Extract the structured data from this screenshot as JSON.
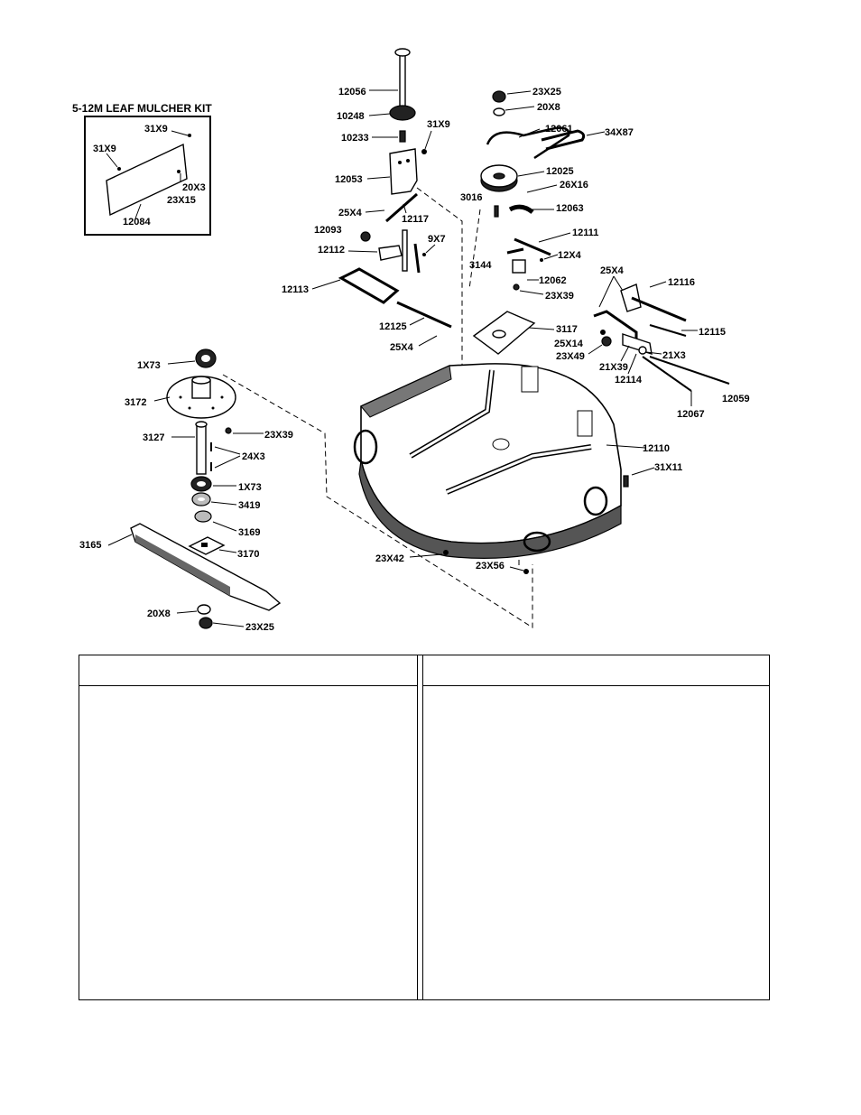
{
  "kit": {
    "title": "5-12M LEAF MULCHER KIT"
  },
  "labels": {
    "p12056": "12056",
    "p10248": "10248",
    "p10233": "10233",
    "p12053": "12053",
    "p31x9_a": "31X9",
    "p31x9_b": "31X9",
    "p31x9_c": "31X9",
    "p25x4_a": "25X4",
    "p12117": "12117",
    "p12093": "12093",
    "p12112": "12112",
    "p9x7": "9X7",
    "p12113": "12113",
    "p12125": "12125",
    "p25x4_b": "25X4",
    "p23x25_a": "23X25",
    "p20x8_a": "20X8",
    "p12061": "12061",
    "p34x87": "34X87",
    "p12025": "12025",
    "p26x16": "26X16",
    "p3016": "3016",
    "p12063": "12063",
    "p12111": "12111",
    "p3144": "3144",
    "p12x4": "12X4",
    "p12062": "12062",
    "p23x39_a": "23X39",
    "p25x4_c": "25X4",
    "p12116": "12116",
    "p3117": "3117",
    "p12115": "12115",
    "p25x14": "25X14",
    "p23x49": "23X49",
    "p21x3": "21X3",
    "p21x39": "21X39",
    "p12114": "12114",
    "p12059": "12059",
    "p12067": "12067",
    "p12110": "12110",
    "p31x11": "31X11",
    "p1x73_a": "1X73",
    "p3172": "3172",
    "p23x39_b": "23X39",
    "p3127": "3127",
    "p24x3": "24X3",
    "p1x73_b": "1X73",
    "p3419": "3419",
    "p3169": "3169",
    "p3165": "3165",
    "p3170": "3170",
    "p23x42": "23X42",
    "p23x56": "23X56",
    "p20x8_b": "20X8",
    "p23x25_b": "23X25",
    "k20x3": "20X3",
    "k23x15": "23X15",
    "k12084": "12084"
  },
  "table": {
    "left_header": "",
    "right_header": "",
    "left_rows": [],
    "right_rows": []
  }
}
